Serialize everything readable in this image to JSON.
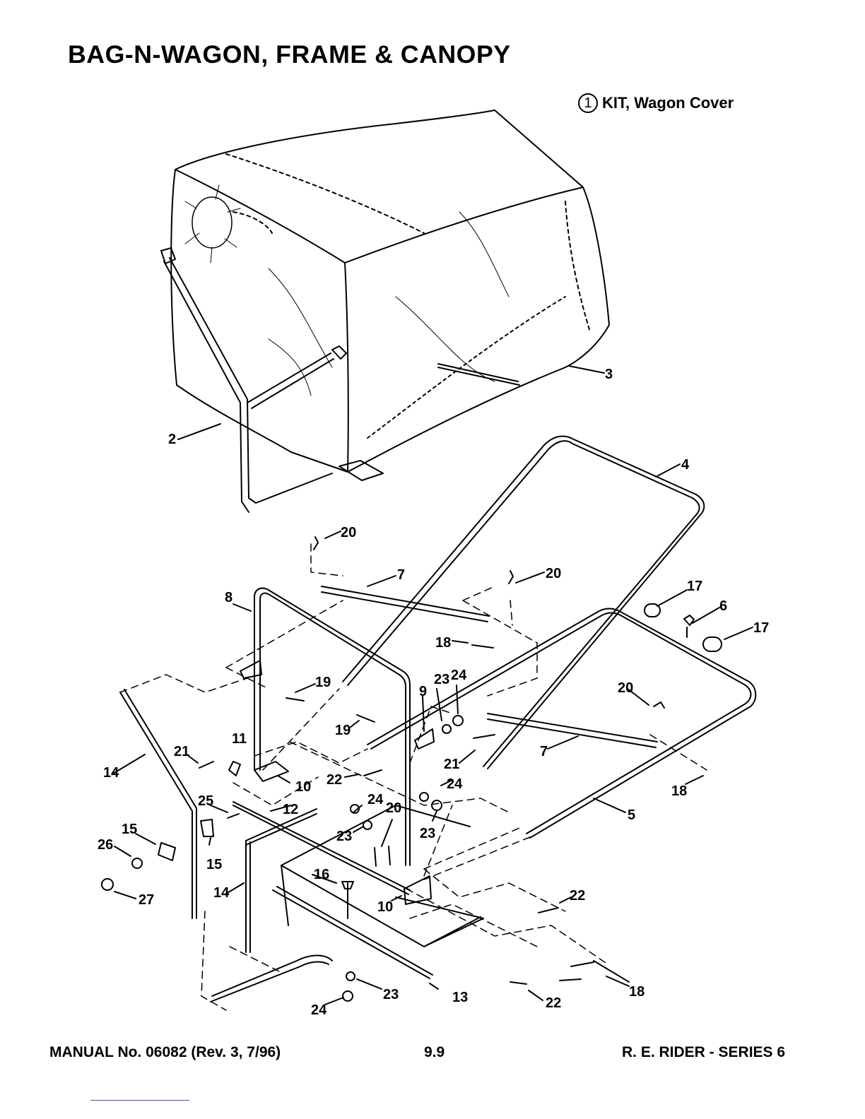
{
  "page": {
    "title": "BAG-N-WAGON, FRAME & CANOPY",
    "kit_number": "1",
    "kit_label": "KIT, Wagon Cover"
  },
  "callouts": [
    {
      "id": "c2",
      "text": "2"
    },
    {
      "id": "c3",
      "text": "3"
    },
    {
      "id": "c4",
      "text": "4"
    },
    {
      "id": "c5",
      "text": "5"
    },
    {
      "id": "c6",
      "text": "6"
    },
    {
      "id": "c7a",
      "text": "7"
    },
    {
      "id": "c7b",
      "text": "7"
    },
    {
      "id": "c8",
      "text": "8"
    },
    {
      "id": "c9",
      "text": "9"
    },
    {
      "id": "c10a",
      "text": "10"
    },
    {
      "id": "c10b",
      "text": "10"
    },
    {
      "id": "c11",
      "text": "11"
    },
    {
      "id": "c12",
      "text": "12"
    },
    {
      "id": "c13",
      "text": "13"
    },
    {
      "id": "c14a",
      "text": "14"
    },
    {
      "id": "c14b",
      "text": "14"
    },
    {
      "id": "c15a",
      "text": "15"
    },
    {
      "id": "c15b",
      "text": "15"
    },
    {
      "id": "c16",
      "text": "16"
    },
    {
      "id": "c17a",
      "text": "17"
    },
    {
      "id": "c17b",
      "text": "17"
    },
    {
      "id": "c18a",
      "text": "18"
    },
    {
      "id": "c18b",
      "text": "18"
    },
    {
      "id": "c18c",
      "text": "18"
    },
    {
      "id": "c19a",
      "text": "19"
    },
    {
      "id": "c19b",
      "text": "19"
    },
    {
      "id": "c20a",
      "text": "20"
    },
    {
      "id": "c20b",
      "text": "20"
    },
    {
      "id": "c20c",
      "text": "20"
    },
    {
      "id": "c20d",
      "text": "20"
    },
    {
      "id": "c21a",
      "text": "21"
    },
    {
      "id": "c21b",
      "text": "21"
    },
    {
      "id": "c22a",
      "text": "22"
    },
    {
      "id": "c22b",
      "text": "22"
    },
    {
      "id": "c22c",
      "text": "22"
    },
    {
      "id": "c23a",
      "text": "23"
    },
    {
      "id": "c23b",
      "text": "23"
    },
    {
      "id": "c23c",
      "text": "23"
    },
    {
      "id": "c23d",
      "text": "23"
    },
    {
      "id": "c24a",
      "text": "24"
    },
    {
      "id": "c24b",
      "text": "24"
    },
    {
      "id": "c24c",
      "text": "24"
    },
    {
      "id": "c24d",
      "text": "24"
    },
    {
      "id": "c25",
      "text": "25"
    },
    {
      "id": "c26",
      "text": "26"
    },
    {
      "id": "c27",
      "text": "27"
    }
  ],
  "footer": {
    "manual": "MANUAL No. 06082 (Rev. 3, 7/96)",
    "page_number": "9.9",
    "series": "R. E. RIDER - SERIES 6"
  }
}
